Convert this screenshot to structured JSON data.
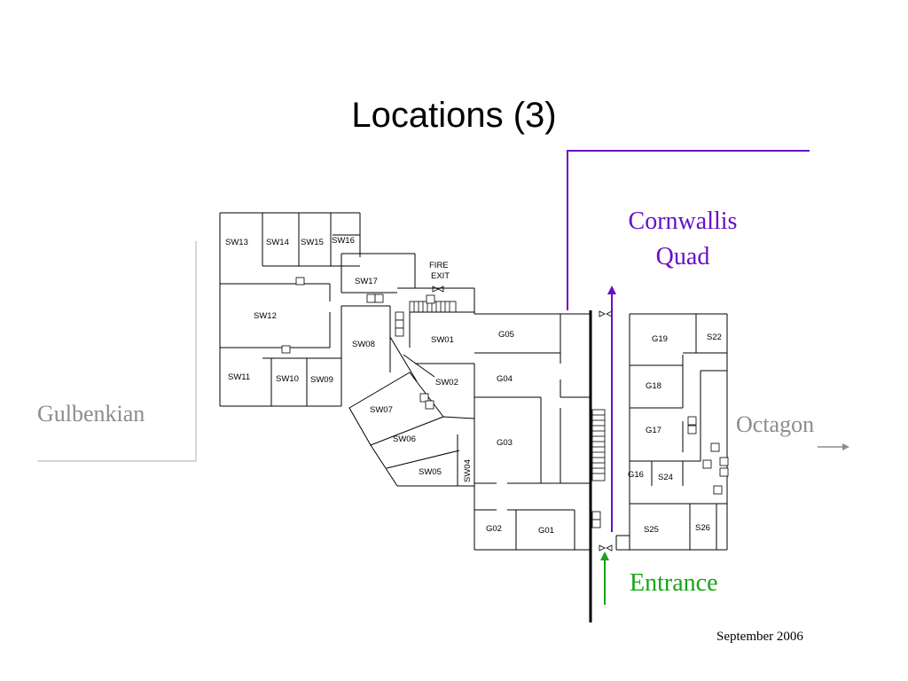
{
  "title": "Locations (3)",
  "labels": {
    "gulbenkian": "Gulbenkian",
    "octagon": "Octagon",
    "cornwallis": "Cornwallis",
    "quad": "Quad",
    "entrance": "Entrance",
    "date": "September 2006",
    "fire_exit_1": "FIRE",
    "fire_exit_2": "EXIT"
  },
  "colors": {
    "cornwallis": "#6a0fc4",
    "entrance": "#16a516",
    "muted": "#8c8c8c"
  },
  "rooms": {
    "sw13": "SW13",
    "sw14": "SW14",
    "sw15": "SW15",
    "sw16": "SW16",
    "sw17": "SW17",
    "sw12": "SW12",
    "sw08": "SW08",
    "sw01": "SW01",
    "sw11": "SW11",
    "sw10": "SW10",
    "sw09": "SW09",
    "sw02": "SW02",
    "sw07": "SW07",
    "sw06": "SW06",
    "sw05": "SW05",
    "sw04": "SW04",
    "g05": "G05",
    "g04": "G04",
    "g03": "G03",
    "g02": "G02",
    "g01": "G01",
    "g19": "G19",
    "s22": "S22",
    "g18": "G18",
    "g17": "G17",
    "g16": "G16",
    "s24": "S24",
    "s25": "S25",
    "s26": "S26"
  }
}
